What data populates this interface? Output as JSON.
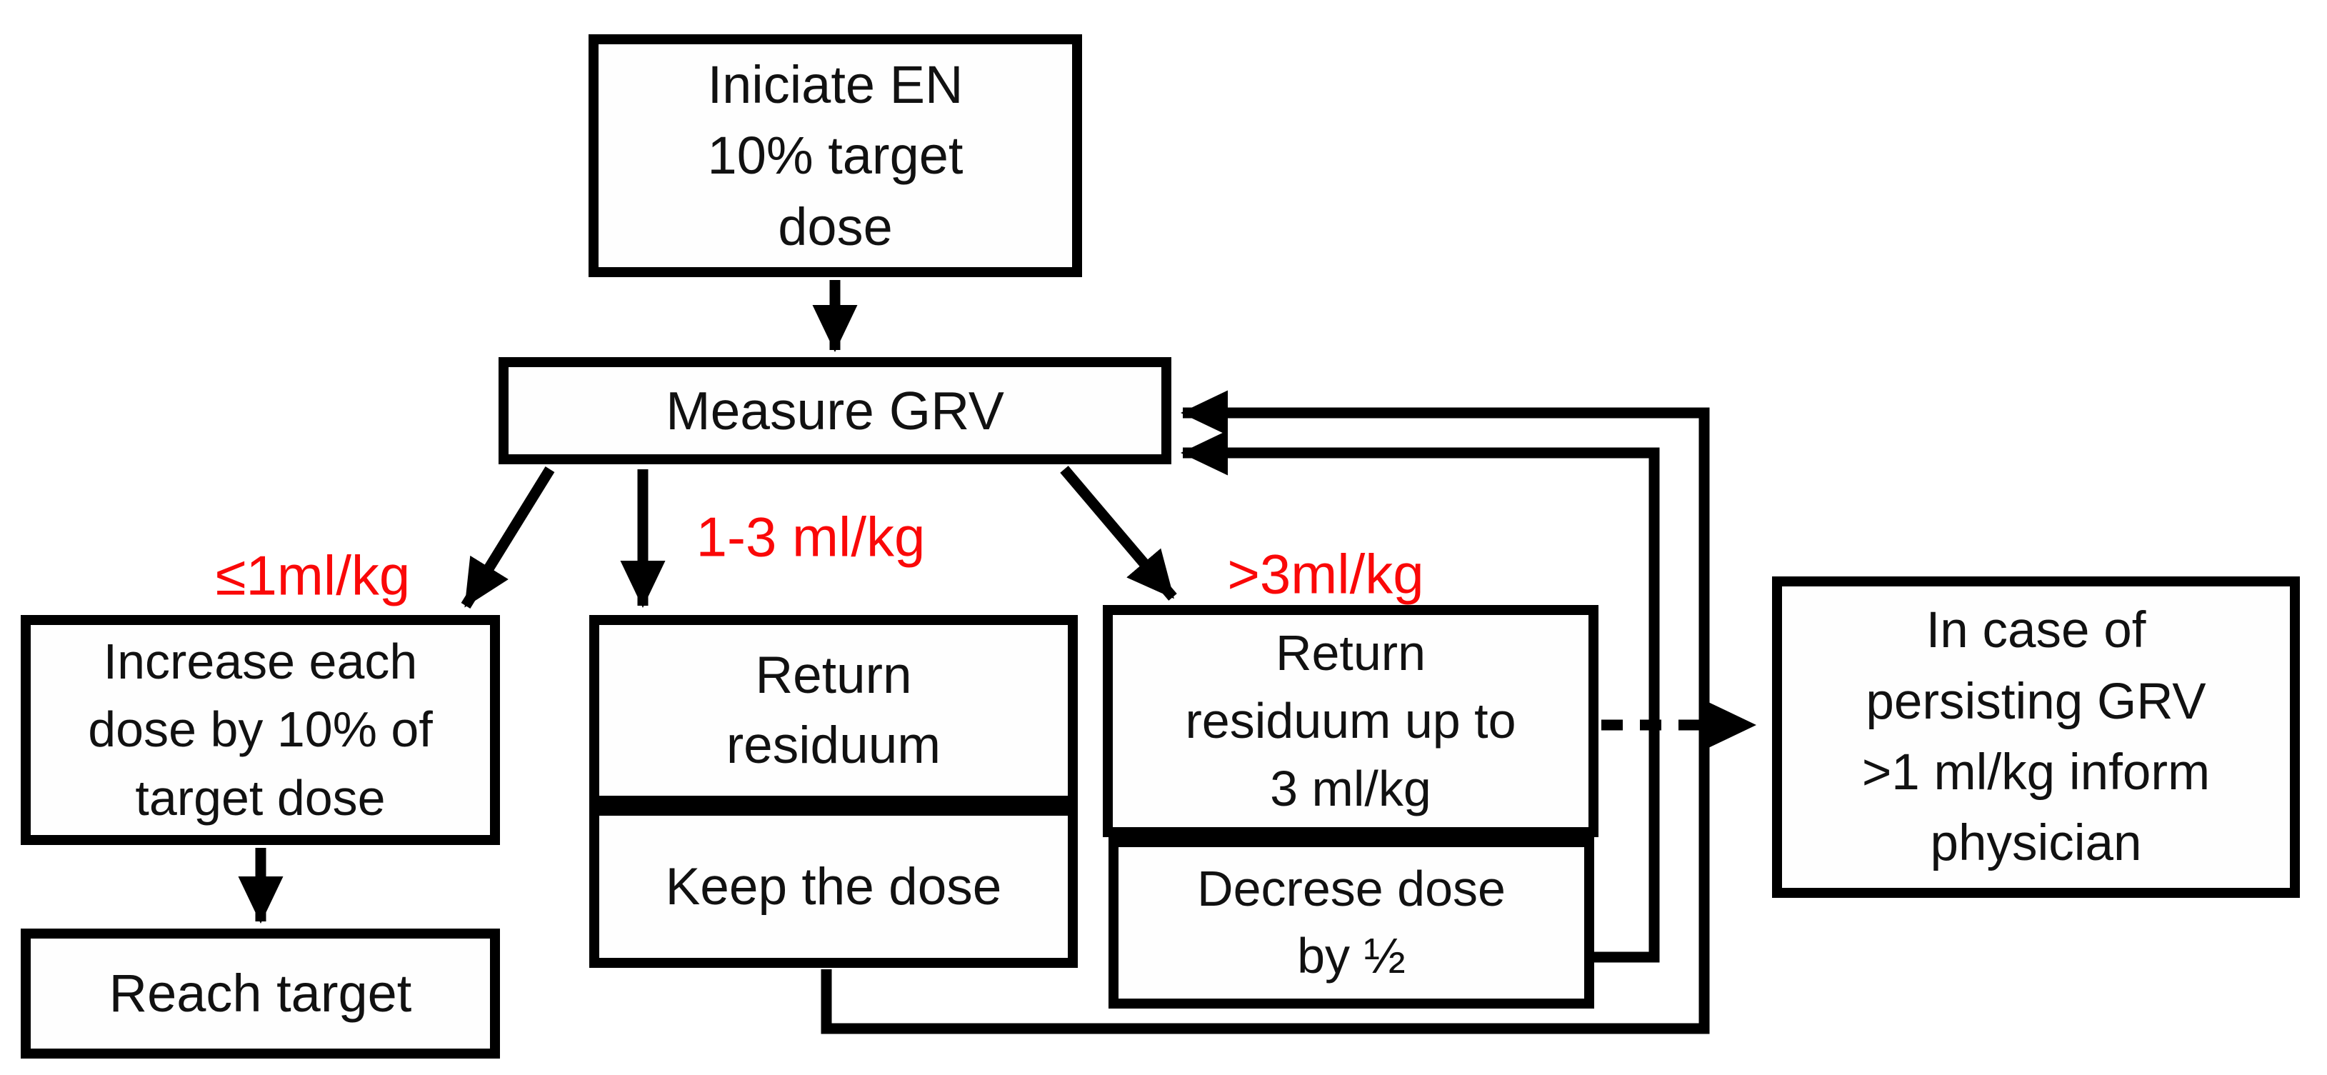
{
  "diagram": {
    "type": "flowchart",
    "nodes": {
      "start": {
        "label": "Iniciate EN\n10% target\ndose"
      },
      "measure": {
        "label": "Measure GRV"
      },
      "increase": {
        "label": "Increase each\ndose by 10% of\ntarget dose"
      },
      "reach": {
        "label": "Reach target"
      },
      "return_residuum": {
        "label": "Return\nresiduum"
      },
      "keep": {
        "label": "Keep the dose"
      },
      "return_residuum_3ml": {
        "label": "Return\nresiduum up to\n3 ml/kg"
      },
      "decrease": {
        "label": "Decrese dose\nby ½"
      },
      "inform": {
        "label": "In case of\npersisting GRV\n>1 ml/kg inform\nphysician"
      }
    },
    "edges": [
      {
        "from": "start",
        "to": "measure",
        "style": "solid",
        "label": ""
      },
      {
        "from": "measure",
        "to": "increase",
        "style": "solid",
        "label": "≤1ml/kg"
      },
      {
        "from": "measure",
        "to": "return_residuum",
        "style": "solid",
        "label": "1-3 ml/kg"
      },
      {
        "from": "measure",
        "to": "return_residuum_3ml",
        "style": "solid",
        "label": ">3ml/kg"
      },
      {
        "from": "increase",
        "to": "reach",
        "style": "solid",
        "label": ""
      },
      {
        "from": "keep",
        "to": "measure",
        "style": "solid",
        "label": "",
        "route": "feedback-bottom"
      },
      {
        "from": "decrease",
        "to": "measure",
        "style": "solid",
        "label": "",
        "route": "feedback-right"
      },
      {
        "from": "return_residuum_3ml",
        "to": "inform",
        "style": "dashed",
        "label": ""
      }
    ]
  },
  "theme": {
    "page_bg": "#ffffff",
    "line_color": "#000000",
    "box_fill": "#fefefe",
    "text_color": "#111111",
    "edge_label_color": "#fa0808"
  }
}
